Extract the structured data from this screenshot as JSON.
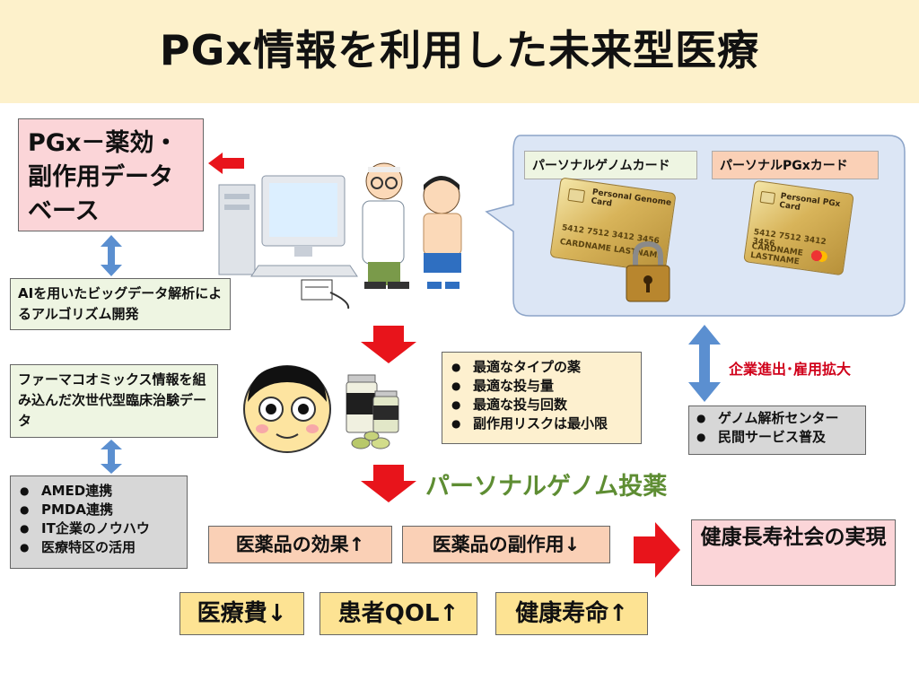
{
  "title": "PGx情報を利用した未来型医療",
  "db_box": "PGx－薬効・副作用データベース",
  "ai_box": "AIを用いたビッグデータ解析によるアルゴリズム開発",
  "pharmaco_box": "ファーマコオミックス情報を組み込んだ次世代型臨床治験データ",
  "collab_list": [
    "AMED連携",
    "PMDA連携",
    "IT企業のノウハウ",
    "医療特区の活用"
  ],
  "cards": {
    "genome_label": "パーソナルゲノムカード",
    "pgx_label": "パーソナルPGxカード",
    "genome_card_text": "Personal Genome Card",
    "pgx_card_text": "Personal PGx Card",
    "card_number": "5412 7512 3412 3456",
    "card_name": "CARDNAME LASTNAME"
  },
  "optimal_list": [
    "最適なタイプの薬",
    "最適な投与量",
    "最適な投与回数",
    "副作用リスクは最小限"
  ],
  "enterprise_label": "企業進出･雇用拡大",
  "enterprise_list": [
    "ゲノム解析センター",
    "民間サービス普及"
  ],
  "personal_medication": "パーソナルゲノム投薬",
  "effect_up": "医薬品の効果↑",
  "side_effect_down": "医薬品の副作用↓",
  "society": "健康長寿社会の実現",
  "cost_down": "医療費↓",
  "qol_up": "患者QOL↑",
  "life_up": "健康寿命↑",
  "colors": {
    "banner": "#fdf1cb",
    "red_arrow": "#e8141b",
    "blue_arrow": "#5b8fd0",
    "green_text": "#5e8d33",
    "enterprise_red": "#d0021b",
    "bubble": "#dce6f5"
  }
}
